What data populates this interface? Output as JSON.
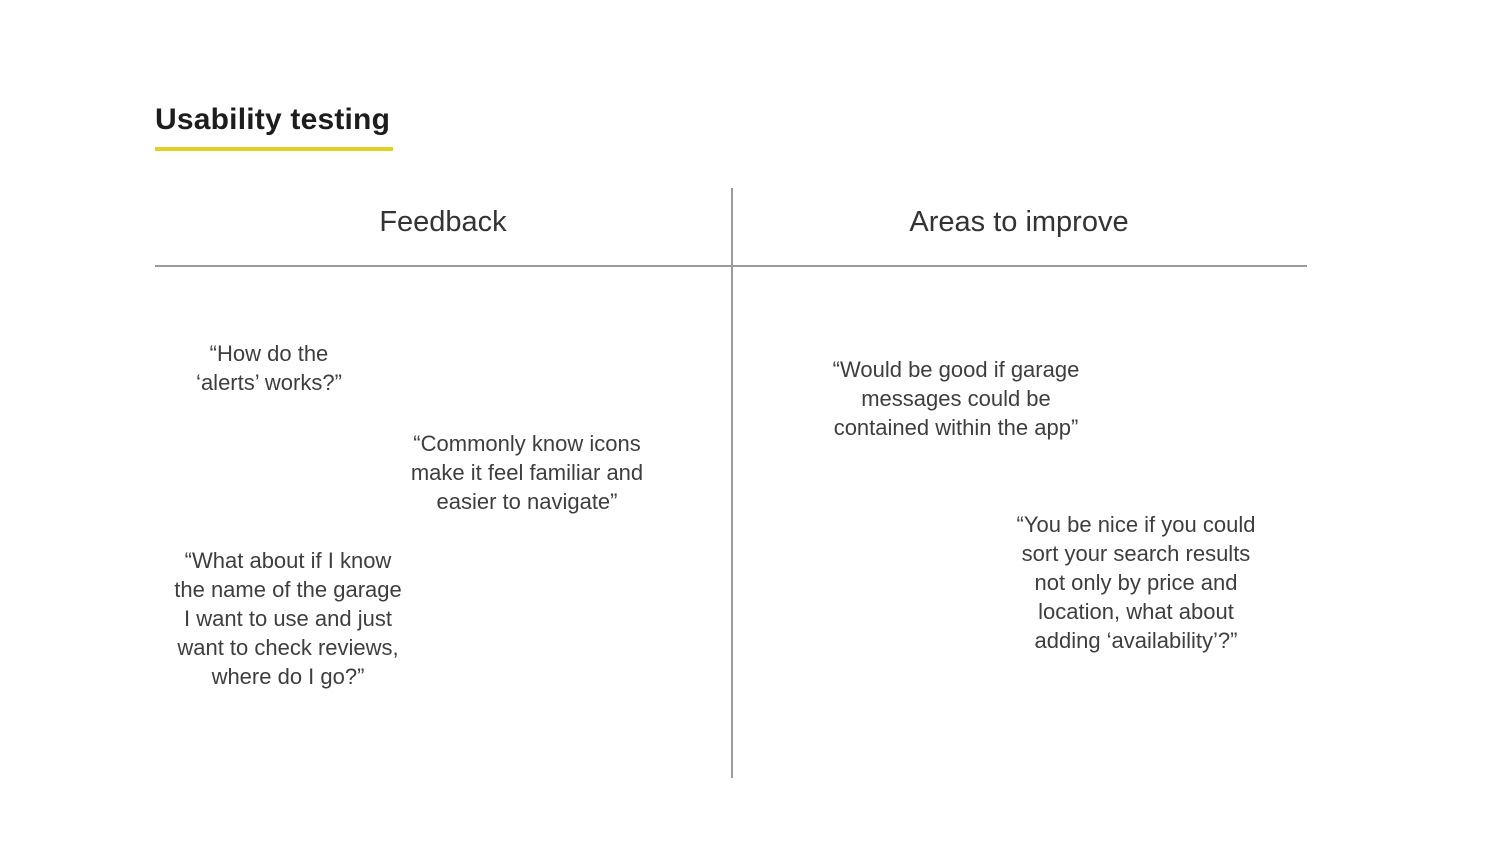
{
  "slide": {
    "title": "Usability testing"
  },
  "columns": {
    "feedback": {
      "header": "Feedback",
      "quotes": [
        [
          "“How do the",
          "‘alerts’ works?”"
        ],
        [
          "“Commonly know icons",
          "make it feel familiar and",
          "easier to navigate”"
        ],
        [
          "“What about if I know",
          "the name of the garage",
          "I want to use and just",
          "want to check reviews,",
          "where do I go?”"
        ]
      ]
    },
    "areas_to_improve": {
      "header": "Areas to improve",
      "quotes": [
        [
          "“Would be good if garage",
          "messages could be",
          "contained within the app”"
        ],
        [
          "“You be nice if you could",
          "sort your search results",
          "not only by price and",
          "location, what about",
          "adding ‘availability’?”"
        ]
      ]
    }
  },
  "colors": {
    "title_text": "#1d1d1d",
    "accent_underline": "#e0d122",
    "header_text": "#333333",
    "quote_text": "#3e3e3e",
    "divider": "#9b9b9b"
  }
}
